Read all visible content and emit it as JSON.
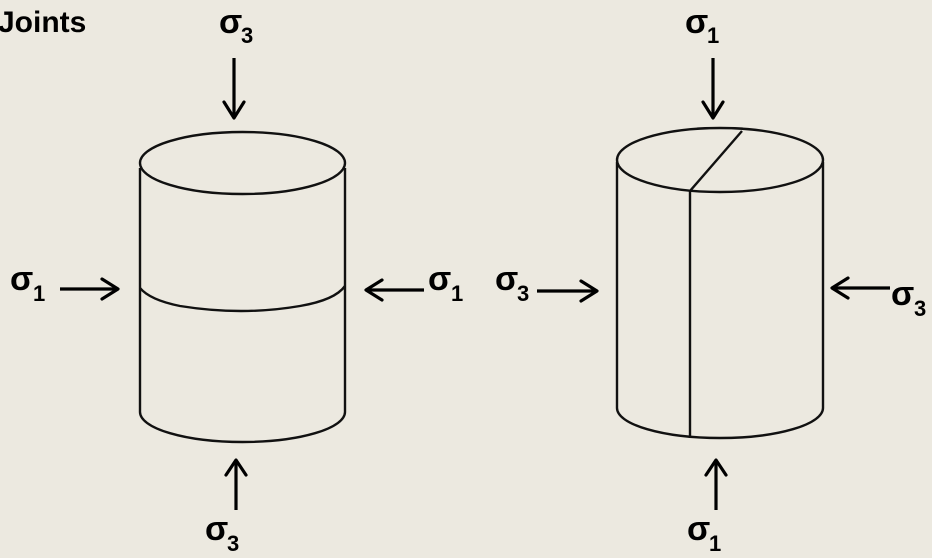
{
  "title": "Joints",
  "stress": {
    "sigma": "σ",
    "sub1": "1",
    "sub3": "3"
  }
}
